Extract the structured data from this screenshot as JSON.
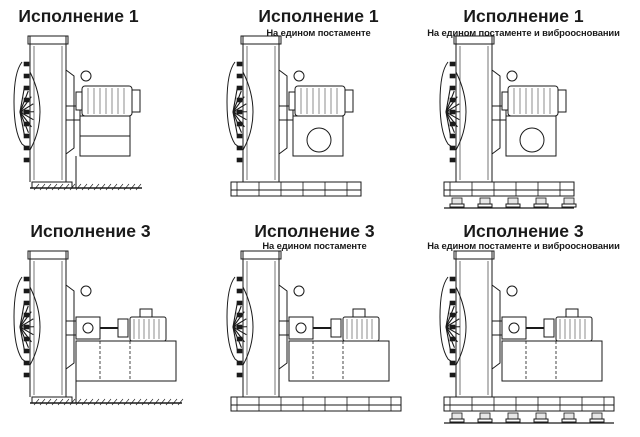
{
  "variants": [
    {
      "title": "Исполнение 1",
      "subtitle": "",
      "drive": "direct",
      "mount": "none"
    },
    {
      "title": "Исполнение 1",
      "subtitle": "На едином постаменте",
      "drive": "direct",
      "mount": "base"
    },
    {
      "title": "Исполнение 1",
      "subtitle": "На едином постаменте и виброосновании",
      "drive": "direct",
      "mount": "vibro"
    },
    {
      "title": "Исполнение 3",
      "subtitle": "",
      "drive": "coupling",
      "mount": "none"
    },
    {
      "title": "Исполнение 3",
      "subtitle": "На едином постаменте",
      "drive": "coupling",
      "mount": "base"
    },
    {
      "title": "Исполнение 3",
      "subtitle": "На едином постаменте и виброосновании",
      "drive": "coupling",
      "mount": "vibro"
    }
  ],
  "colors": {
    "line": "#1a1a1a",
    "fill": "#ffffff",
    "shade": "#e6e6e6"
  }
}
